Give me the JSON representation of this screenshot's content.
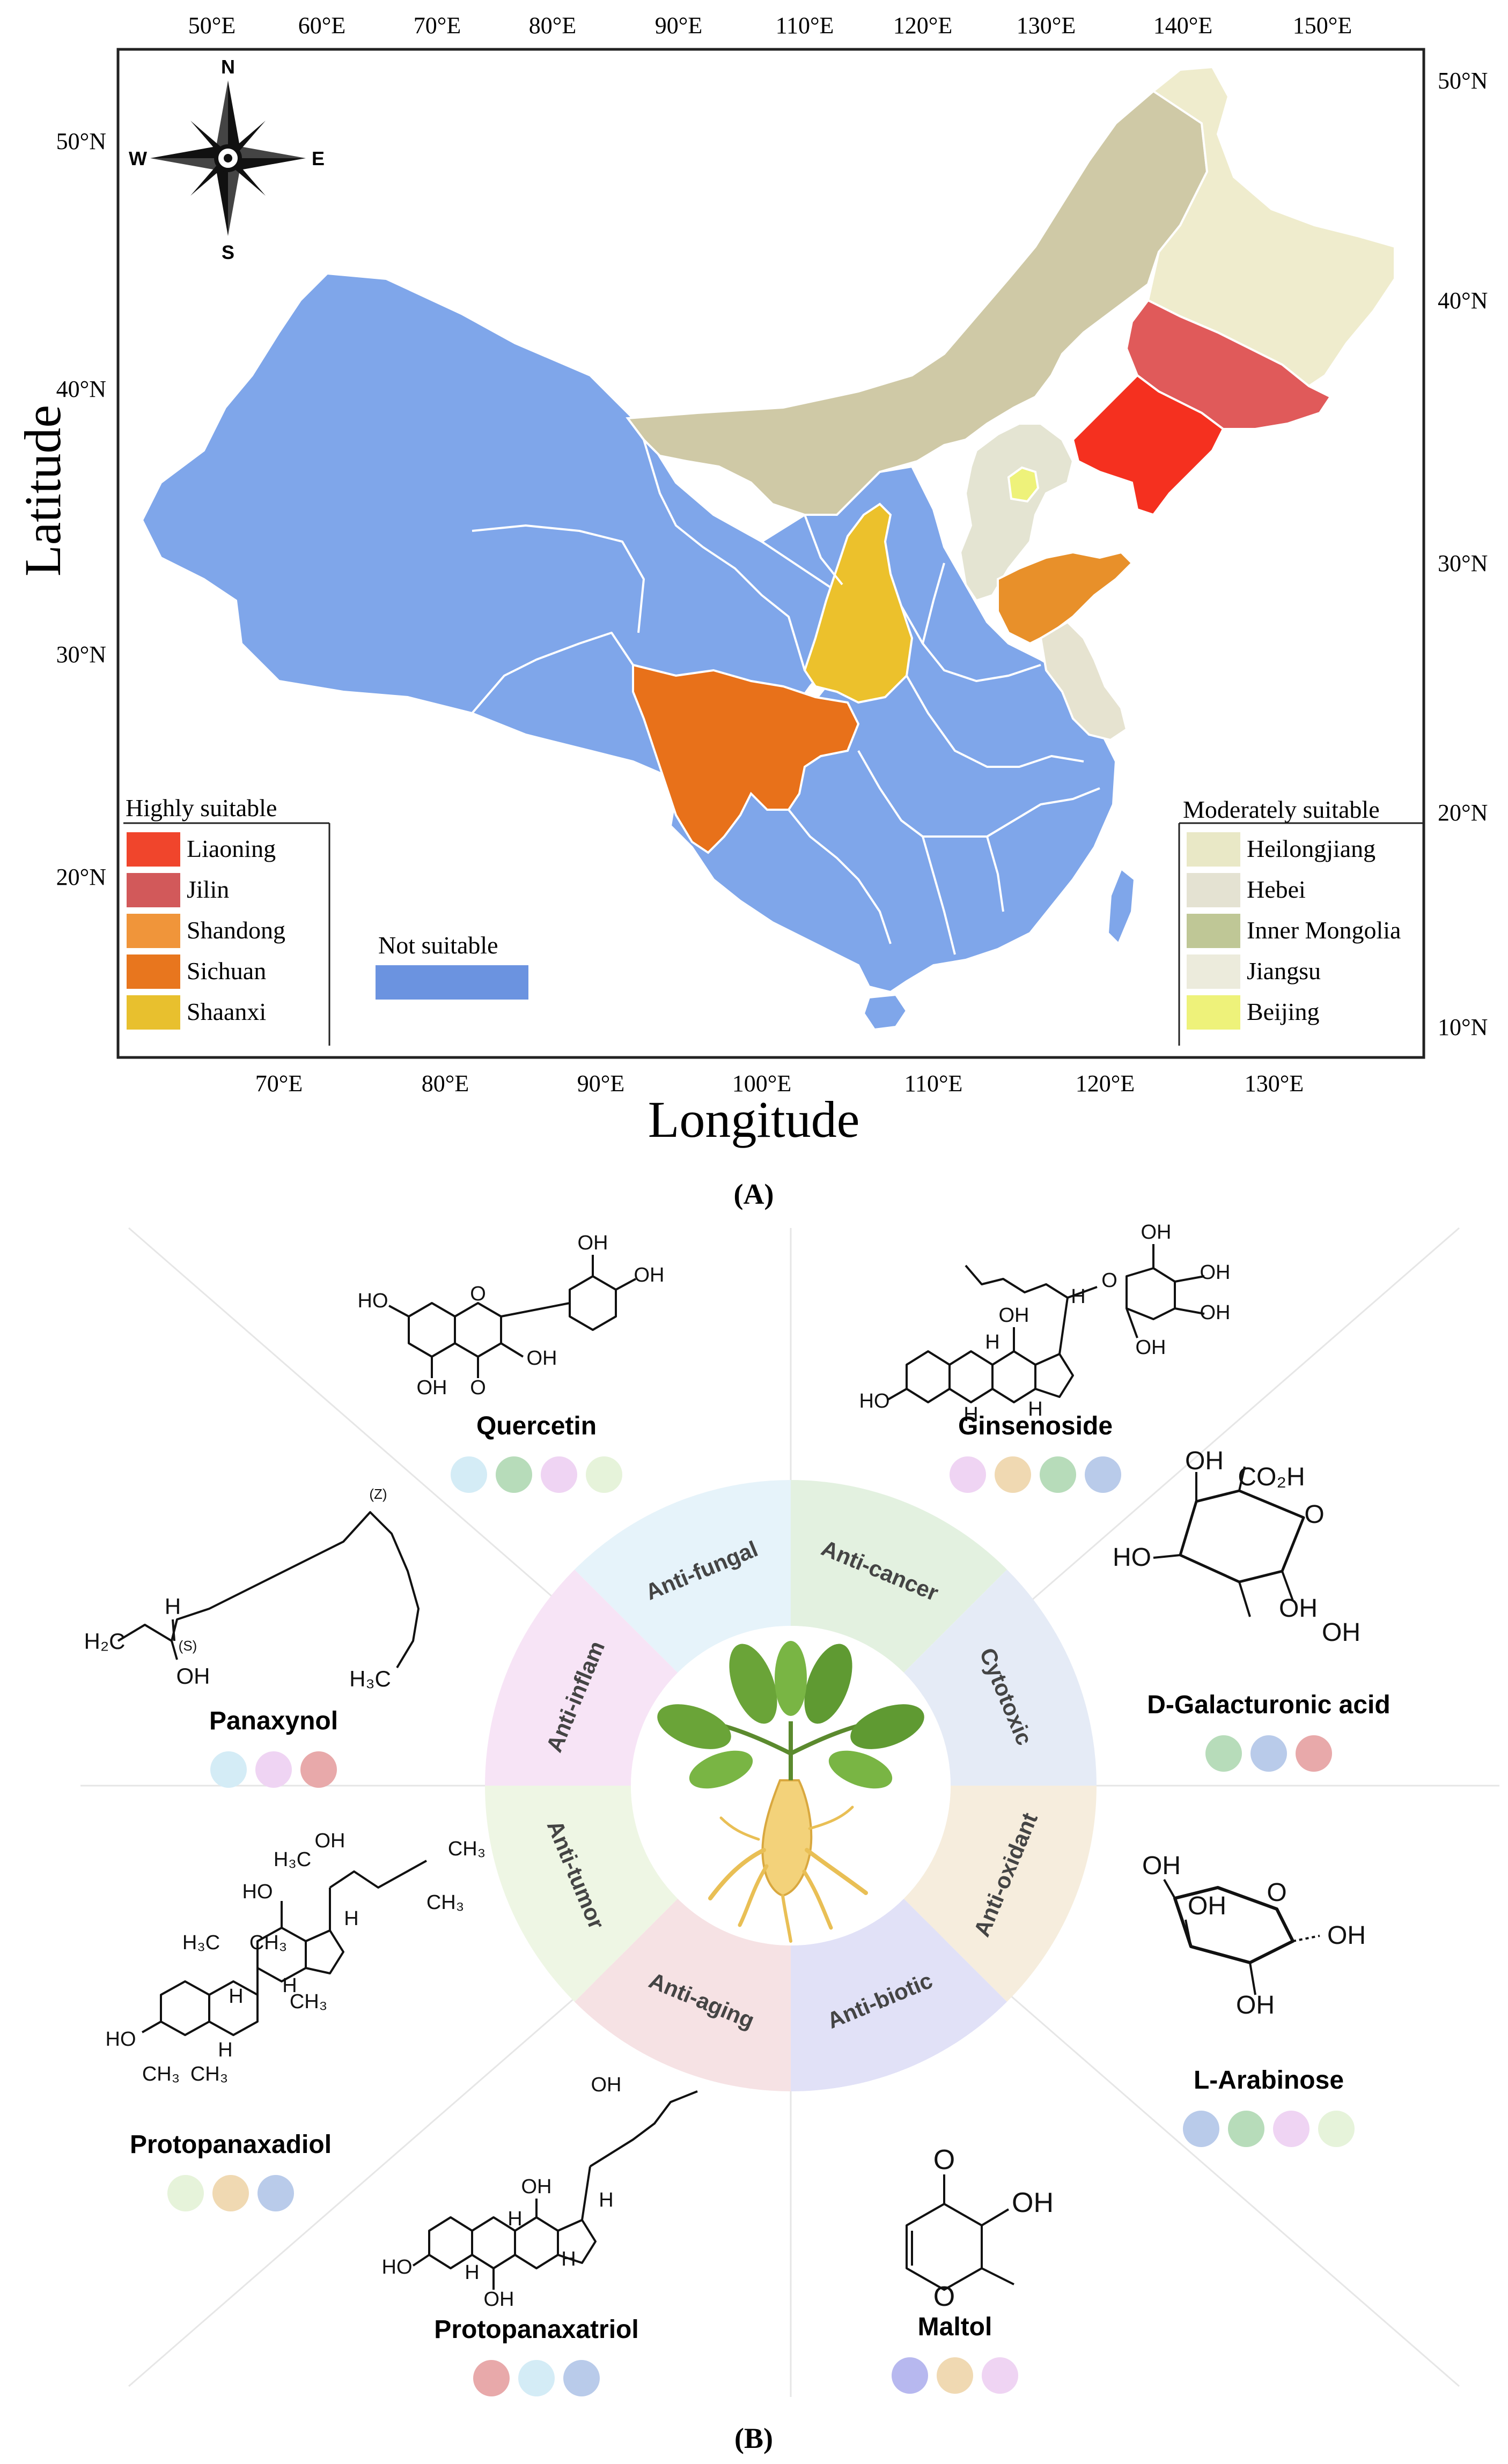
{
  "panel_a": {
    "label": "(A)",
    "x_axis_label": "Longitude",
    "y_axis_label": "Latitude",
    "top_ticks": [
      "50°E",
      "60°E",
      "70°E",
      "80°E",
      "90°E",
      "110°E",
      "120°E",
      "130°E",
      "140°E",
      "150°E"
    ],
    "bottom_ticks": [
      "70°E",
      "80°E",
      "90°E",
      "100°E",
      "110°E",
      "120°E",
      "130°E"
    ],
    "left_ticks": [
      "50°N",
      "40°N",
      "30°N",
      "20°N"
    ],
    "right_ticks": [
      "50°N",
      "40°N",
      "30°N",
      "20°N",
      "10°N"
    ],
    "compass": {
      "n": "N",
      "s": "S",
      "e": "E",
      "w": "W"
    },
    "highly_suitable": {
      "title": "Highly suitable",
      "items": [
        {
          "name": "Liaoning",
          "color": "#f0452c"
        },
        {
          "name": "Jilin",
          "color": "#d2595a"
        },
        {
          "name": "Shandong",
          "color": "#f0953a"
        },
        {
          "name": "Sichuan",
          "color": "#e8761e"
        },
        {
          "name": "Shaanxi",
          "color": "#e8c02e"
        }
      ]
    },
    "not_suitable": {
      "title": "Not suitable",
      "color": "#6b93e0"
    },
    "moderately_suitable": {
      "title": "Moderately suitable",
      "items": [
        {
          "name": "Heilongjiang",
          "color": "#e9e8c6"
        },
        {
          "name": "Hebei",
          "color": "#e4e2d2"
        },
        {
          "name": "Inner Mongolia",
          "color": "#bfc796"
        },
        {
          "name": "Jiangsu",
          "color": "#ecebdc"
        },
        {
          "name": "Beijing",
          "color": "#eef27a"
        }
      ]
    },
    "region_colors": {
      "not_suitable": "#7fa6ea",
      "inner_mongolia": "#cfc9a6",
      "heilongjiang": "#efeccd",
      "jilin": "#e05a5a",
      "liaoning": "#f5301f",
      "hebei": "#e4e4d2",
      "beijing": "#eef27a",
      "shandong": "#e8902a",
      "jiangsu": "#e6e3d0",
      "shaanxi": "#ecc12c",
      "sichuan": "#e8711a"
    }
  },
  "panel_b": {
    "label": "(B)",
    "wheel_segments": [
      {
        "label": "Anti-cancer",
        "color": "#e3f1e0"
      },
      {
        "label": "Cytotoxic",
        "color": "#e5ebf6"
      },
      {
        "label": "Anti-oxidant",
        "color": "#f6eddd"
      },
      {
        "label": "Anti-biotic",
        "color": "#e1e1f7"
      },
      {
        "label": "Anti-aging",
        "color": "#f6e2e4"
      },
      {
        "label": "Anti-tumor",
        "color": "#eef6e4"
      },
      {
        "label": "Anti-inflam",
        "color": "#f7e4f6"
      },
      {
        "label": "Anti-fungal",
        "color": "#e6f3fa"
      }
    ],
    "compounds": [
      {
        "name": "Quercetin",
        "dots": [
          "#d4ecf6",
          "#b7dcba",
          "#efd4f3",
          "#e6f3da"
        ]
      },
      {
        "name": "Ginsenoside",
        "dots": [
          "#efd4f3",
          "#f0d9b2",
          "#b7dcba",
          "#b9cbea"
        ]
      },
      {
        "name": "D-Galacturonic acid",
        "dots": [
          "#b7dcba",
          "#b9cbea",
          "#e8a9aa"
        ]
      },
      {
        "name": "L-Arabinose",
        "dots": [
          "#b9cbea",
          "#b7dcba",
          "#efd4f3",
          "#e6f3da"
        ]
      },
      {
        "name": "Maltol",
        "dots": [
          "#b7b8ef",
          "#f0d9b2",
          "#efd4f3"
        ]
      },
      {
        "name": "Protopanaxatriol",
        "dots": [
          "#e8a9aa",
          "#d4ecf6",
          "#b9cbea"
        ]
      },
      {
        "name": "Protopanaxadiol",
        "dots": [
          "#e6f3da",
          "#f0d9b2",
          "#b9cbea"
        ]
      },
      {
        "name": "Panaxynol",
        "dots": [
          "#d4ecf6",
          "#efd4f3",
          "#e8a9aa"
        ]
      }
    ],
    "chem_labels": {
      "q_ho1": "HO",
      "q_oh2": "OH",
      "q_oh3": "OH",
      "q_oh4": "OH",
      "q_oh5": "OH",
      "q_o1": "O",
      "q_o2": "O",
      "g_o": "O",
      "g_oh1": "OH",
      "g_oh2": "OH",
      "g_oh3": "OH",
      "g_oh4": "OH",
      "g_oh5": "OH",
      "g_ho": "HO",
      "g_h1": "H",
      "g_h2": "H",
      "g_h3": "H",
      "g_h4": "H",
      "d_oh1": "OH",
      "d_co2h": "CO₂H",
      "d_o": "O",
      "d_ho": "HO",
      "d_oh2": "OH",
      "d_oh3": "OH",
      "l_oh1": "OH",
      "l_oh2": "OH",
      "l_o": "O",
      "l_oh3": "OH",
      "l_oh4": "OH",
      "m_o1": "O",
      "m_oh": "OH",
      "m_o2": "O",
      "t_oh1": "OH",
      "t_oh2": "OH",
      "t_h1": "H",
      "t_ho": "HO",
      "t_h2": "H",
      "t_h3": "H",
      "t_oh3": "OH",
      "t_h4": "H",
      "d2_oh1": "OH",
      "d2_h3c1": "H₃C",
      "d2_ho1": "HO",
      "d2_h1": "H",
      "d2_ch3a": "CH₃",
      "d2_ch3b": "CH₃",
      "d2_h3c2": "H₃C",
      "d2_ch3c": "CH₃",
      "d2_h2": "H",
      "d2_h3": "H",
      "d2_ch3d": "CH₃",
      "d2_ho2": "HO",
      "d2_h4": "H",
      "d2_ch3e": "CH₃",
      "d2_ch3f": "CH₃",
      "p_h": "H",
      "p_s": "(S)",
      "p_h2c": "H₂C",
      "p_oh": "OH",
      "p_z": "(Z)",
      "p_h3c": "H₃C"
    }
  }
}
